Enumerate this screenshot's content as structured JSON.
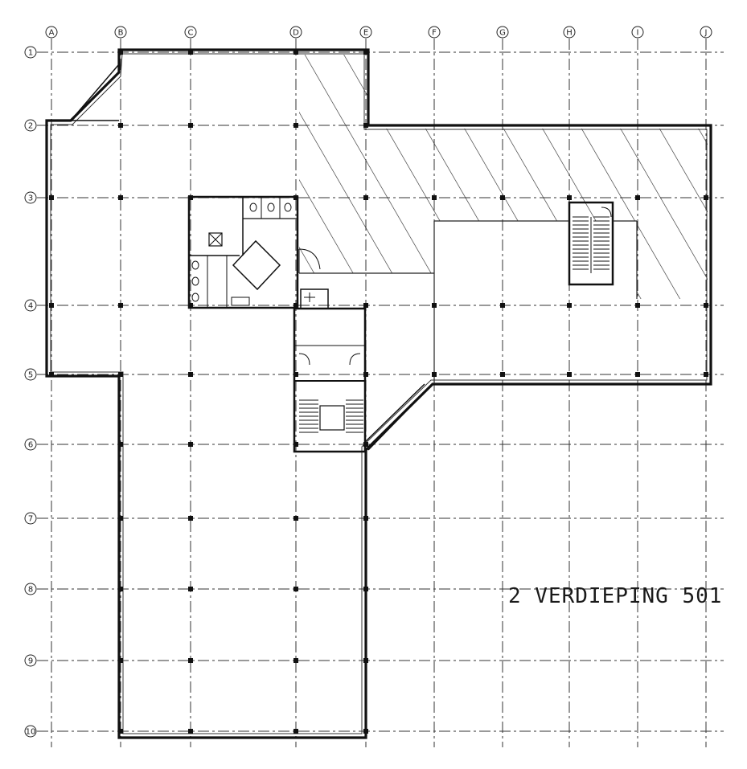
{
  "title": "2 VERDIEPING 501",
  "grid": {
    "columns": [
      "A",
      "B",
      "C",
      "D",
      "E",
      "F",
      "G",
      "H",
      "I",
      "J"
    ],
    "rows": [
      "1",
      "2",
      "3",
      "4",
      "5",
      "6",
      "7",
      "8",
      "9",
      "10"
    ]
  }
}
